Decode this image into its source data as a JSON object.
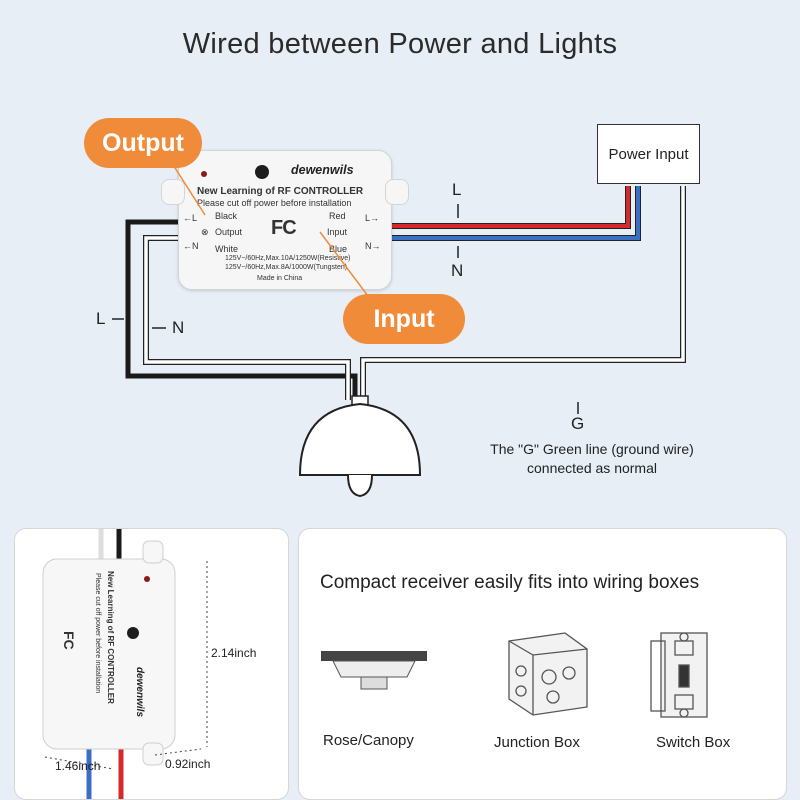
{
  "title": "Wired between Power and Lights",
  "controller": {
    "brand": "dewenwils",
    "heading": "New Learning of RF CONTROLLER",
    "subheading": "Please cut off power before installation",
    "black": "Black",
    "output": "Output",
    "white": "White",
    "red": "Red",
    "input": "Input",
    "blue": "Blue",
    "fc": "FC",
    "spec1": "125V~/60Hz,Max.10A/1250W(Resistive)",
    "spec2": "125V~/60Hz,Max.8A/1000W(Tungsten)",
    "made": "Made in China",
    "l_left": "←L",
    "n_left": "←N",
    "l_right": "L→",
    "n_right": "N→"
  },
  "callouts": {
    "output": "Output",
    "input": "Input"
  },
  "power_box": "Power  Input",
  "wire_labels": {
    "l_top": "L",
    "n_top": "N",
    "l_left": "L",
    "n_left": "N",
    "g": "G"
  },
  "ground_note": {
    "line1": "The \"G\" Green line (ground wire)",
    "line2": "connected as normal"
  },
  "dimensions": {
    "height": "2.14inch",
    "width": "1.46inch",
    "depth": "0.92inch"
  },
  "fits": {
    "heading": "Compact receiver easily fits into wiring boxes",
    "items": [
      "Rose/Canopy",
      "Junction Box",
      "Switch Box"
    ]
  },
  "colors": {
    "accent": "#f08b3a",
    "red_wire": "#d42a2a",
    "blue_wire": "#3a6fc4",
    "black_wire": "#1a1a1a",
    "background": "#e8eef6"
  }
}
